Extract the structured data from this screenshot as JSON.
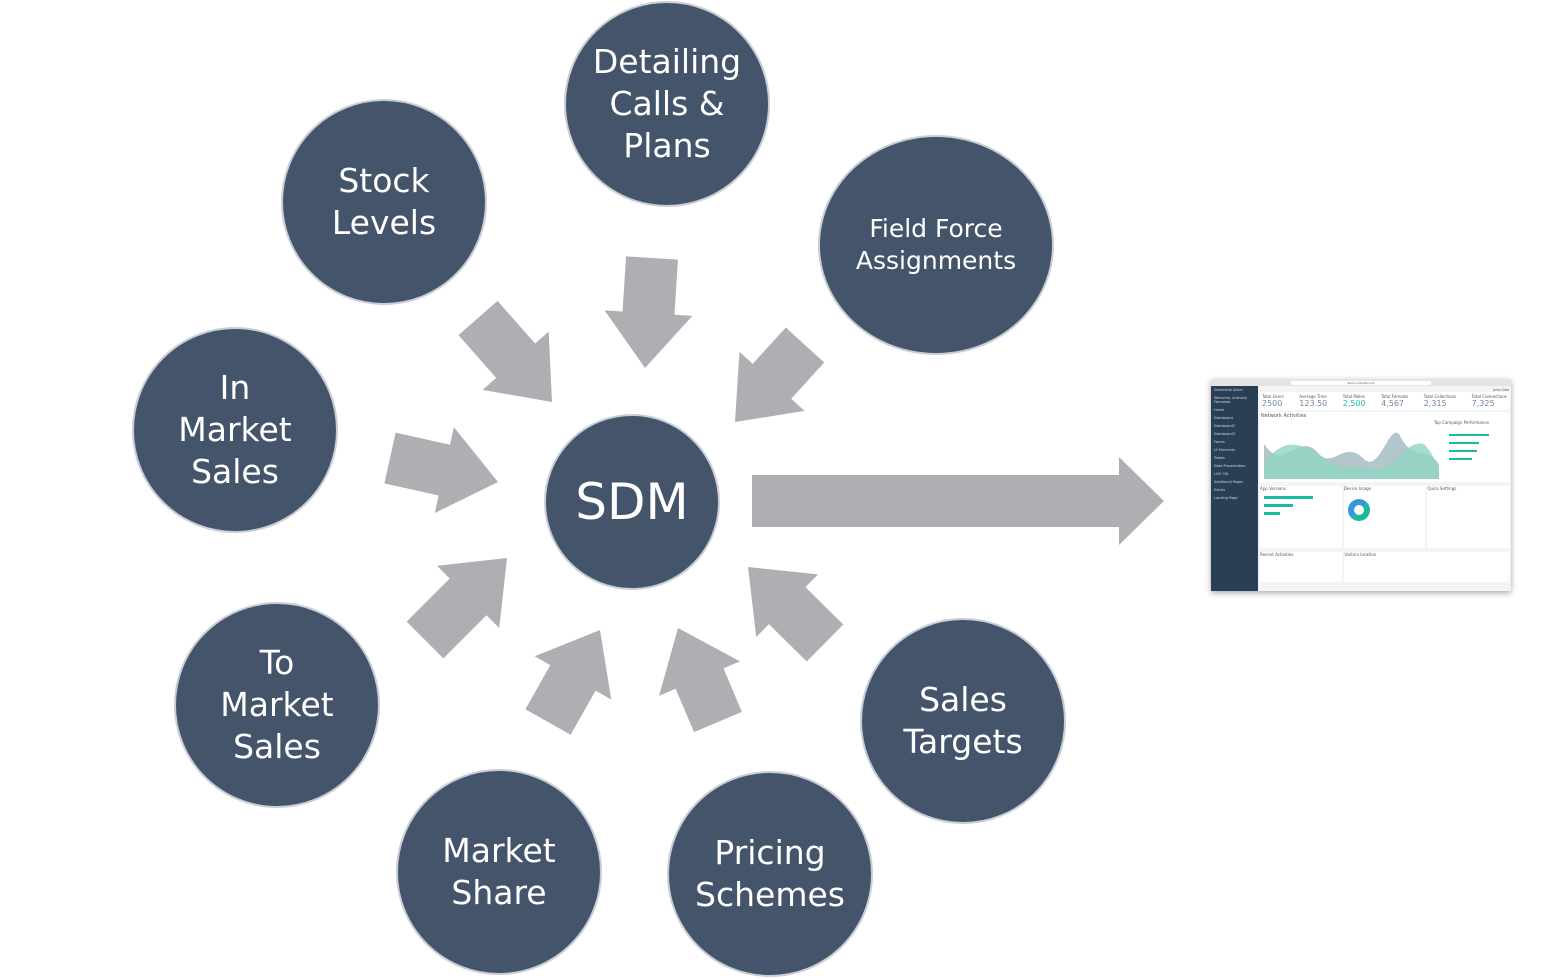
{
  "diagram": {
    "hub": {
      "label": "SDM"
    },
    "inputs": [
      {
        "id": "detailing",
        "label": "Detailing\nCalls &\nPlans"
      },
      {
        "id": "stock",
        "label": "Stock\nLevels"
      },
      {
        "id": "field-force",
        "label": "Field Force\nAssignments"
      },
      {
        "id": "in-market",
        "label": "In\nMarket\nSales"
      },
      {
        "id": "to-market",
        "label": "To\nMarket\nSales"
      },
      {
        "id": "market-share",
        "label": "Market\nShare"
      },
      {
        "id": "pricing",
        "label": "Pricing\nSchemes"
      },
      {
        "id": "targets",
        "label": "Sales\nTargets"
      }
    ],
    "output": "dashboard-screenshot"
  },
  "dashboard": {
    "app_name": "Gentelella Alela!",
    "url": "demo.colorlib.com",
    "user": "John Doe",
    "welcome": "Welcome, Anthony Fernando",
    "menu": [
      "Home",
      "Dashboard",
      "Dashboard2",
      "Dashboard3",
      "Forms",
      "UI Elements",
      "Tables",
      "Data Presentation",
      "LIVE ON",
      "Additional Pages",
      "Extras",
      "Landing Page"
    ],
    "stats": [
      {
        "label": "Total Users",
        "value": "2500"
      },
      {
        "label": "Average Time",
        "value": "123.50"
      },
      {
        "label": "Total Males",
        "value": "2,500"
      },
      {
        "label": "Total Females",
        "value": "4,567"
      },
      {
        "label": "Total Collections",
        "value": "2,315"
      },
      {
        "label": "Total Connections",
        "value": "7,325"
      }
    ],
    "panels": [
      "Network Activities",
      "Top Campaign Performance",
      "App Versions",
      "Device Usage",
      "Quick Settings",
      "Recent Activities",
      "Visitors location"
    ]
  },
  "colors": {
    "node": "#44546A",
    "arrow": "#ADAFB3",
    "accent": "#1ABB9C"
  }
}
